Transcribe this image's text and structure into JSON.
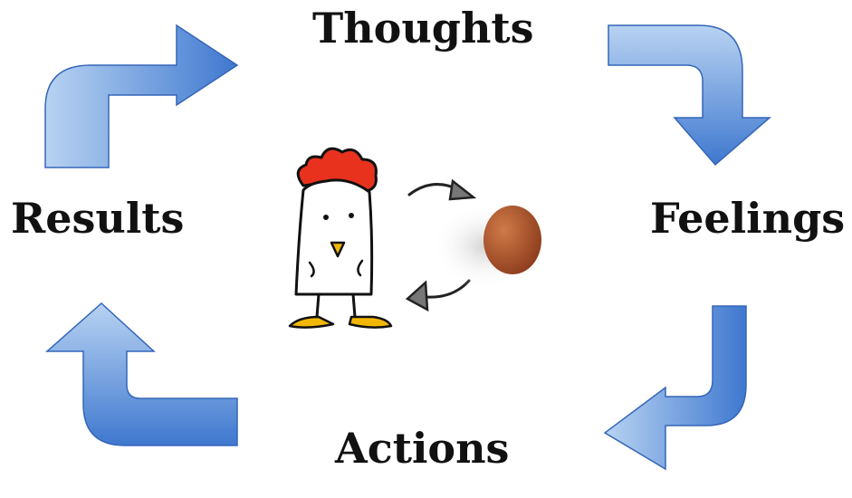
{
  "labels": {
    "top": "Thoughts",
    "right": "Feelings",
    "bottom": "Actions",
    "left": "Results"
  },
  "center": {
    "illustration": "chicken-and-egg",
    "cycle_icon": "rotate-arrows-icon"
  },
  "colors": {
    "arrow_light": "#A9C9EE",
    "arrow_dark": "#3F78CF",
    "arrow_stroke": "#3566B8",
    "comb": "#E8321E",
    "beak_feet": "#F2B705",
    "egg": "#B5582E",
    "text": "#111111"
  }
}
